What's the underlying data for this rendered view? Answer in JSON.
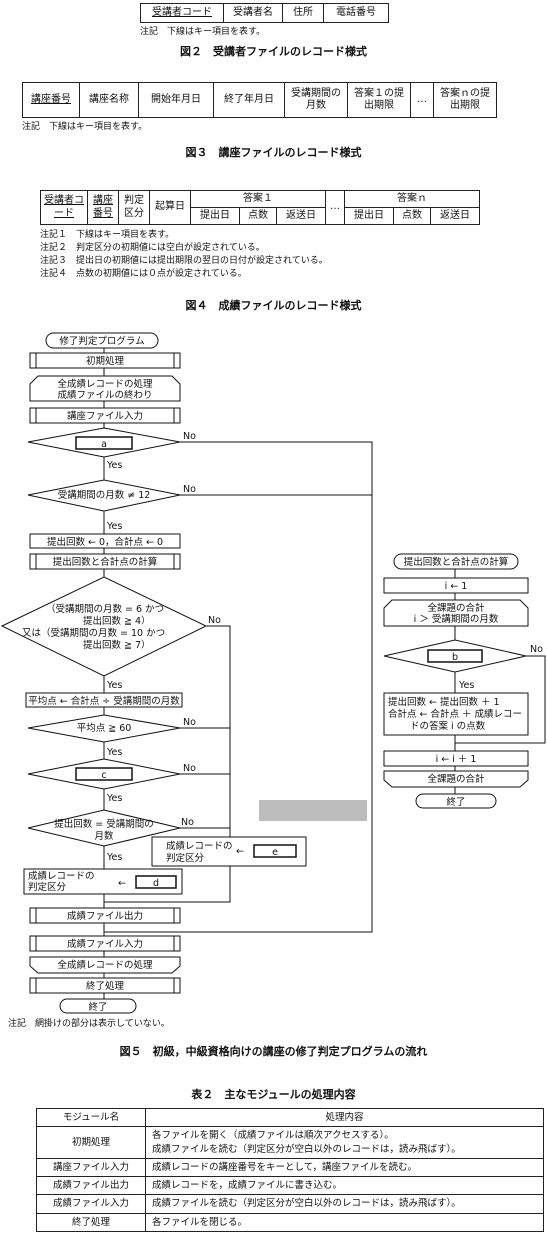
{
  "fig2": {
    "fields": [
      "受講者コード",
      "受講者名",
      "住所",
      "電話番号"
    ],
    "note": "注記　下線はキー項目を表す。",
    "caption": "図２　受講者ファイルのレコード様式"
  },
  "fig3": {
    "fields": [
      "講座番号",
      "講座名称",
      "開始年月日",
      "終了年月日",
      "受講期間の月数",
      "答案１の提出期限",
      "…",
      "答案ｎの提出期限"
    ],
    "note": "注記　下線はキー項目を表す。",
    "caption": "図３　講座ファイルのレコード様式"
  },
  "fig4": {
    "fields": [
      "受講者コード",
      "講座番号",
      "判定区分",
      "起算日"
    ],
    "group1": "答案１",
    "groupn": "答案ｎ",
    "sub": [
      "提出日",
      "点数",
      "返送日"
    ],
    "ellipsis": "…",
    "notes": [
      "注記１　下線はキー項目を表す。",
      "注記２　判定区分の初期値には空白が設定されている。",
      "注記３　提出日の初期値には提出期限の翌日の日付が設定されている。",
      "注記４　点数の初期値には０点が設定されている。"
    ],
    "caption": "図４　成績ファイルのレコード様式"
  },
  "flow": {
    "start": "修了判定プログラム",
    "init": "初期処理",
    "loop_head1": "全成績レコードの処理",
    "loop_head2": "成績ファイルの終わり",
    "read_course": "講座ファイル入力",
    "blank_a": "a",
    "no": "No",
    "yes": "Yes",
    "cond_months": "受講期間の月数 ≠ 12",
    "assign": "提出回数 ← 0，合計点 ← 0",
    "calc_call": "提出回数と合計点の計算",
    "cond_big_1": "（受講期間の月数 = 6 かつ",
    "cond_big_2": "提出回数 ≧ 4）",
    "cond_big_3": "又は（受講期間の月数 = 10 かつ",
    "cond_big_4": "提出回数 ≧ 7）",
    "avg": "平均点 ← 合計点 ÷ 受講期間の月数",
    "cond_avg": "平均点 ≧ 60",
    "blank_c": "c",
    "cond_count_1": "提出回数 = 受講期間の",
    "cond_count_2": "月数",
    "set_e_1": "成績レコードの",
    "set_e_2": "判定区分",
    "blank_e": "e",
    "set_d_1": "成績レコードの",
    "set_d_2": "判定区分",
    "blank_d": "d",
    "write": "成績ファイル出力",
    "read": "成績ファイル入力",
    "loop_tail": "全成績レコードの処理",
    "term": "終了処理",
    "end": "終了",
    "note": "注記　網掛けの部分は表示していない。",
    "caption": "図５　初級，中級資格向けの講座の修了判定プログラムの流れ"
  },
  "sub": {
    "title": "提出回数と合計点の計算",
    "init": "i ← 1",
    "loop1": "全課題の合計",
    "loop2": "i ＞ 受講期間の月数",
    "blank_b": "b",
    "no": "No",
    "yes": "Yes",
    "p1": "提出回数 ← 提出回数 ＋ 1",
    "p2": "合計点 ← 合計点 ＋ 成績レコー",
    "p3": "ドの答案 i の点数",
    "inc": "i ← i ＋ 1",
    "loop_tail": "全課題の合計",
    "end": "終了"
  },
  "table2": {
    "caption": "表２　主なモジュールの処理内容",
    "headers": [
      "モジュール名",
      "処理内容"
    ],
    "rows": [
      {
        "name": "初期処理",
        "lines": [
          "各ファイルを開く（成績ファイルは順次アクセスする）。",
          "成績ファイルを読む（判定区分が空白以外のレコードは，読み飛ばす）。"
        ]
      },
      {
        "name": "講座ファイル入力",
        "lines": [
          "成績レコードの講座番号をキーとして，講座ファイルを読む。"
        ]
      },
      {
        "name": "成績ファイル出力",
        "lines": [
          "成績レコードを，成績ファイルに書き込む。"
        ]
      },
      {
        "name": "成績ファイル入力",
        "lines": [
          "成績ファイルを読む（判定区分が空白以外のレコードは，読み飛ばす）。"
        ]
      },
      {
        "name": "終了処理",
        "lines": [
          "各ファイルを閉じる。"
        ]
      }
    ]
  }
}
